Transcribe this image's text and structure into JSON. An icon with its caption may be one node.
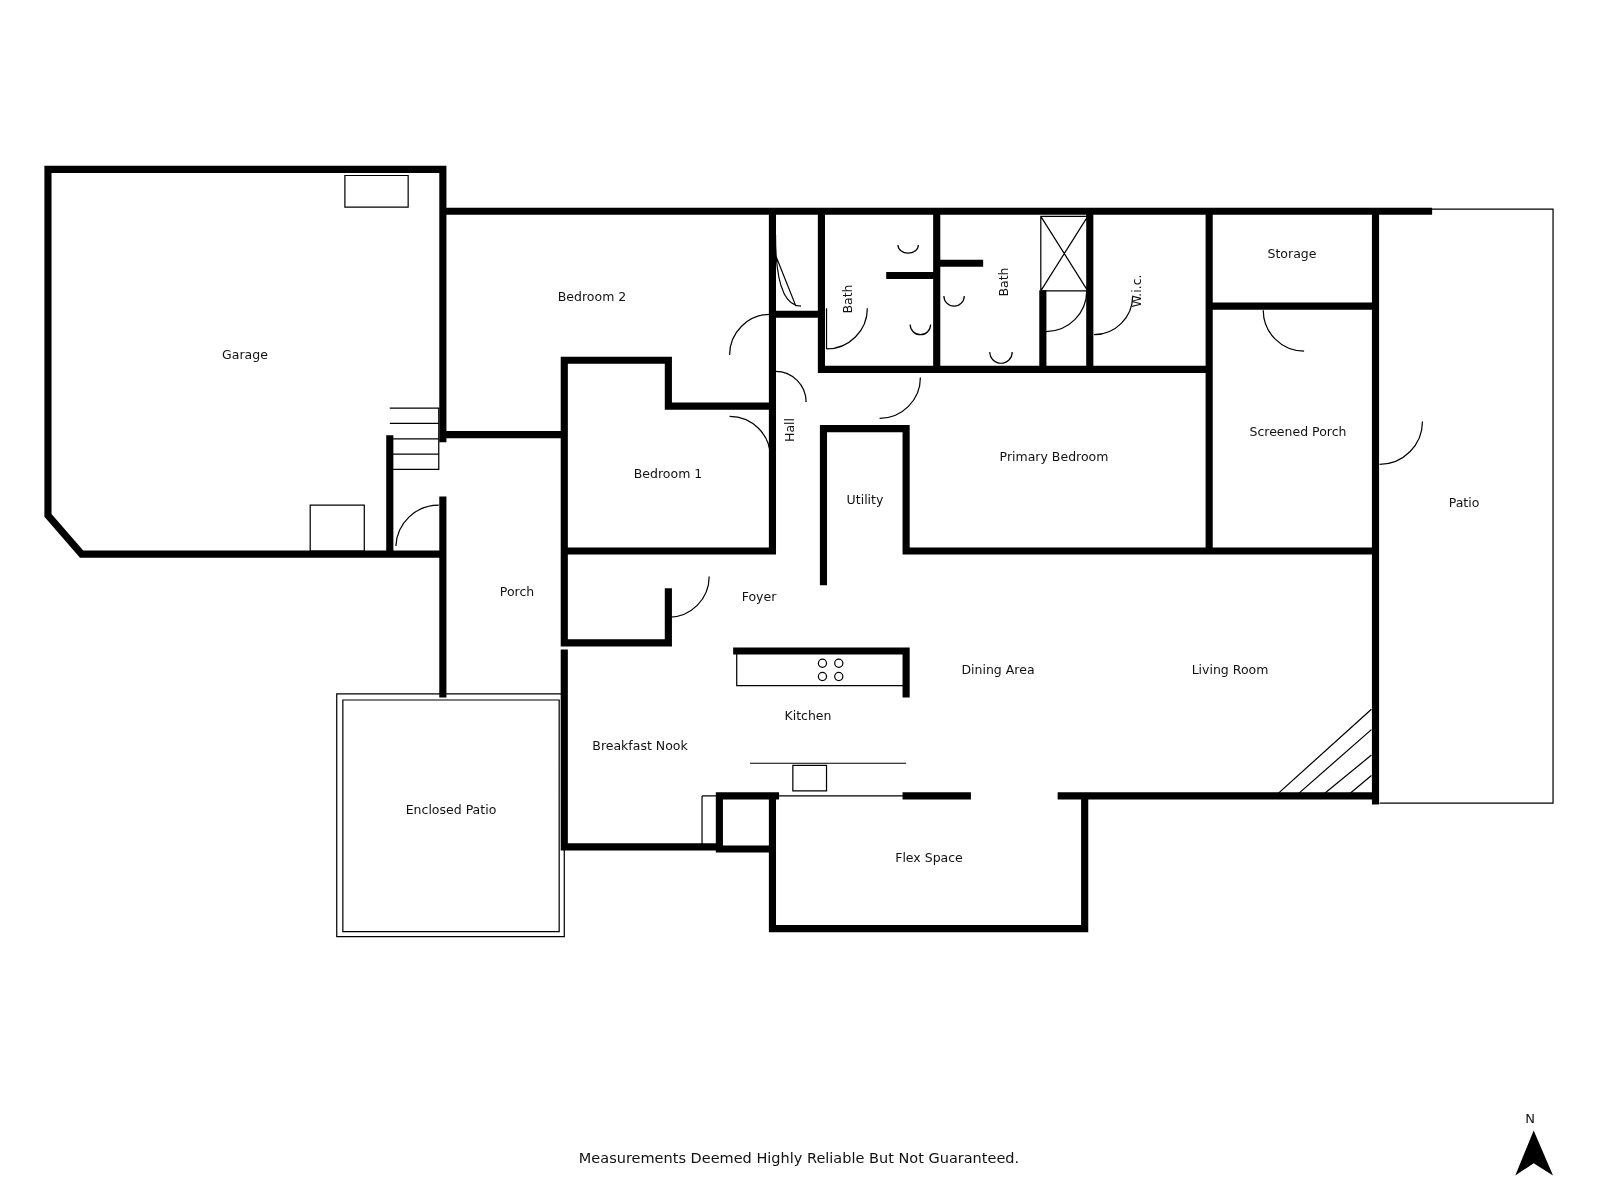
{
  "diagram": {
    "nodes": [
      {
        "text": [
          "Garage"
        ]
      },
      {
        "text": [
          "Bedroom 2"
        ]
      },
      {
        "text": [
          "Bath"
        ]
      },
      {
        "text": [
          "Bath"
        ]
      },
      {
        "text": [
          "W.i.c."
        ]
      },
      {
        "text": [
          "Storage"
        ]
      },
      {
        "text": [
          "Bedroom 1"
        ]
      },
      {
        "text": [
          "Hall"
        ]
      },
      {
        "text": [
          "Primary Bedroom"
        ]
      },
      {
        "text": [
          "Screened Porch"
        ]
      },
      {
        "text": [
          "Utility"
        ]
      },
      {
        "text": [
          "Patio"
        ]
      },
      {
        "text": [
          "Porch"
        ]
      },
      {
        "text": [
          "Foyer"
        ]
      },
      {
        "text": [
          "Dining Area"
        ]
      },
      {
        "text": [
          "Living Room"
        ]
      },
      {
        "text": [
          "Kitchen"
        ]
      },
      {
        "text": [
          "Breakfast Nook"
        ]
      },
      {
        "text": [
          "Enclosed Patio"
        ]
      },
      {
        "text": [
          "Flex Space"
        ]
      }
    ],
    "labels": [
      "N",
      "Measurements Deemed Highly Reliable But Not Guaranteed."
    ]
  }
}
